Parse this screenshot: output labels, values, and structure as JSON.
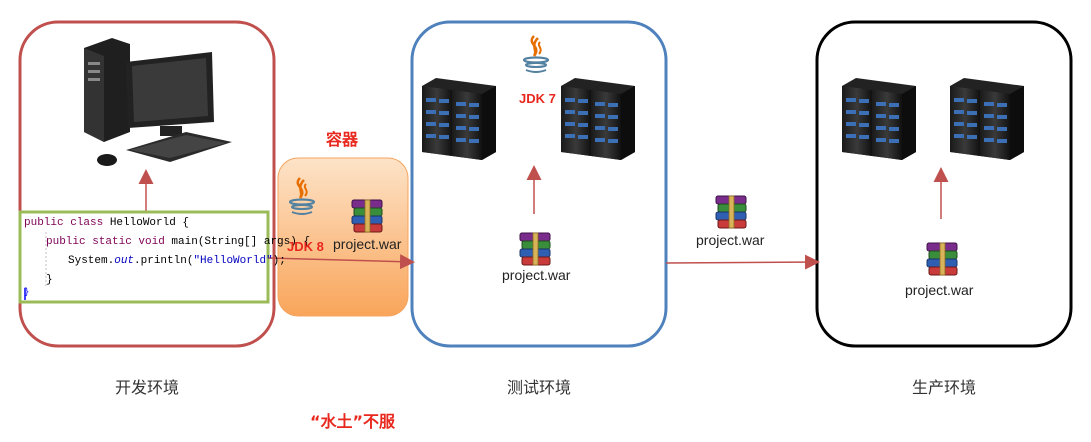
{
  "environments": {
    "dev": {
      "label": "开发环境"
    },
    "test": {
      "label": "测试环境"
    },
    "prod": {
      "label": "生产环境"
    }
  },
  "container": {
    "title": "容器",
    "jdk": "JDK 8",
    "war": "project.war"
  },
  "test_env": {
    "jdk": "JDK 7",
    "war": "project.war"
  },
  "transfer": {
    "war": "project.war"
  },
  "prod_env": {
    "war": "project.war"
  },
  "code": {
    "line1_kw": "public class",
    "line1_rest": " HelloWorld {",
    "line2_kw": "public static void",
    "line2_rest": " main(String[] args) {",
    "line3_a": "System.",
    "line3_b": "out",
    "line3_c": ".println(",
    "line3_str": "\"HelloWorld\"",
    "line3_d": ");",
    "line4": "}",
    "line5": "}"
  },
  "footer": {
    "caption": "“水土”不服"
  },
  "colors": {
    "dev_border": "#c0504d",
    "test_border": "#4f81bd",
    "prod_border": "#000000",
    "container_fill": "#fbc08a",
    "code_border": "#9bbb59",
    "arrow": "#c0504d",
    "accent_red": "#e8281e"
  }
}
